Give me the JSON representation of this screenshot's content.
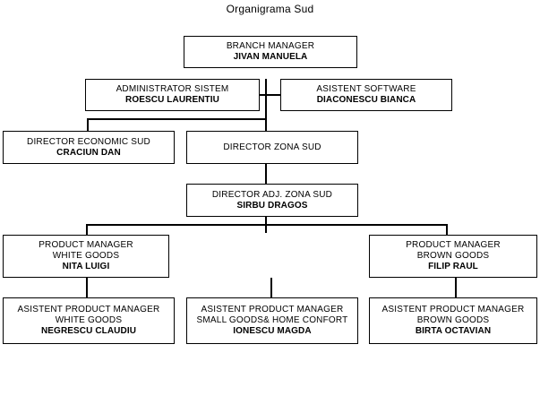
{
  "chart": {
    "title": "Organigrama Sud",
    "type": "org-chart",
    "background": "#ffffff",
    "line_color": "#000000",
    "text_color": "#000000"
  },
  "nodes": {
    "branch_manager": {
      "role": "BRANCH MANAGER",
      "name": "JIVAN MANUELA"
    },
    "administrator_sistem": {
      "role": "ADMINISTRATOR SISTEM",
      "name": "ROESCU LAURENTIU"
    },
    "asistent_software": {
      "role": "ASISTENT SOFTWARE",
      "name": "DIACONESCU BIANCA"
    },
    "director_economic_sud": {
      "role": "DIRECTOR ECONOMIC SUD",
      "name": "CRACIUN DAN"
    },
    "director_zona_sud": {
      "role": "DIRECTOR ZONA SUD",
      "name": ""
    },
    "director_adj_zona_sud": {
      "role": "DIRECTOR ADJ. ZONA SUD",
      "name": "SIRBU DRAGOS"
    },
    "pm_white_goods": {
      "role": "PRODUCT MANAGER",
      "unit": "WHITE GOODS",
      "name": "NITA LUIGI"
    },
    "pm_brown_goods": {
      "role": "PRODUCT MANAGER",
      "unit": "BROWN GOODS",
      "name": "FILIP RAUL"
    },
    "apm_white_goods": {
      "role": "ASISTENT PRODUCT MANAGER",
      "unit": "WHITE GOODS",
      "name": "NEGRESCU CLAUDIU"
    },
    "apm_small_goods": {
      "role": "ASISTENT PRODUCT MANAGER",
      "unit": "SMALL GOODS& HOME CONFORT",
      "name": "IONESCU MAGDA"
    },
    "apm_brown_goods": {
      "role": "ASISTENT PRODUCT MANAGER",
      "unit": "BROWN GOODS",
      "name": "BIRTA OCTAVIAN"
    }
  }
}
